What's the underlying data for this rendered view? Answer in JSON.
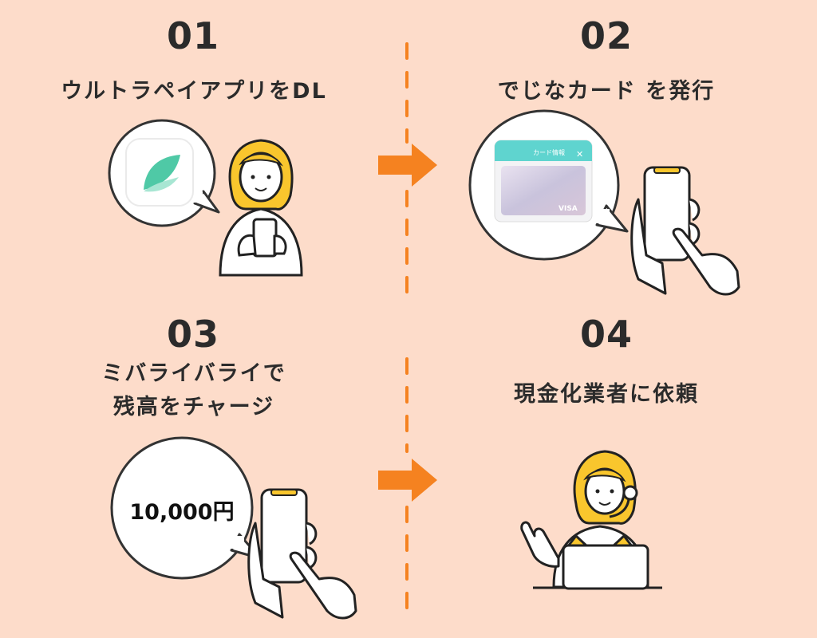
{
  "steps": [
    {
      "number": "01",
      "title": "ウルトラペイアプリをDL"
    },
    {
      "number": "02",
      "title": "でじなカード を発行"
    },
    {
      "number": "03",
      "title_line1": "ミバライバライで",
      "title_line2": "残高をチャージ",
      "amount": "10,000円"
    },
    {
      "number": "04",
      "title": "現金化業者に依頼"
    }
  ],
  "card": {
    "header": "カード情報",
    "brand": "VISA"
  },
  "colors": {
    "background": "#fddcca",
    "arrow": "#f58220",
    "accent": "#f9c62d",
    "divider": "#f58220"
  }
}
